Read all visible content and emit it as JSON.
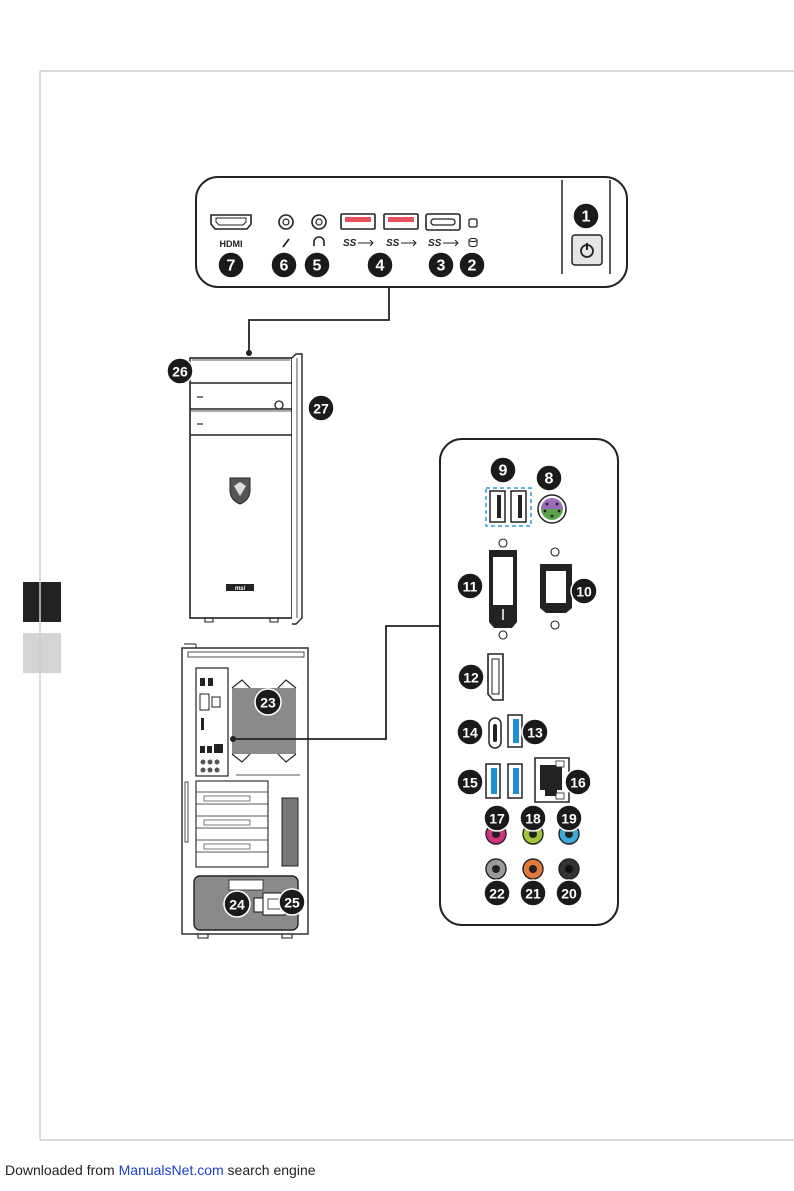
{
  "front_panel_labels": {
    "hdmi": "HDMI",
    "usb_ss_1": "SS",
    "usb_ss_2": "SS",
    "usb_ss_3": "SS",
    "brand_logo": "msi"
  },
  "callouts": [
    "1",
    "2",
    "3",
    "4",
    "5",
    "6",
    "7",
    "8",
    "9",
    "10",
    "11",
    "12",
    "13",
    "14",
    "15",
    "16",
    "17",
    "18",
    "19",
    "20",
    "21",
    "22",
    "23",
    "24",
    "25",
    "26",
    "27"
  ],
  "footer": {
    "prefix": "Downloaded from ",
    "link": "ManualsNet.com",
    "suffix": " search engine"
  },
  "colors": {
    "usb3_blue": "#1f8fd6",
    "usb_red": "#e8505b",
    "ps2_purple": "#9a6bb8",
    "ps2_green": "#5fa24d",
    "audio_pink": "#d4347c",
    "audio_lime": "#9fc43a",
    "audio_blue": "#3fa8d8",
    "audio_gray": "#9a9a9a",
    "audio_orange": "#e07a38",
    "audio_black": "#333333",
    "highlight_dashed": "#2a9fd0"
  }
}
